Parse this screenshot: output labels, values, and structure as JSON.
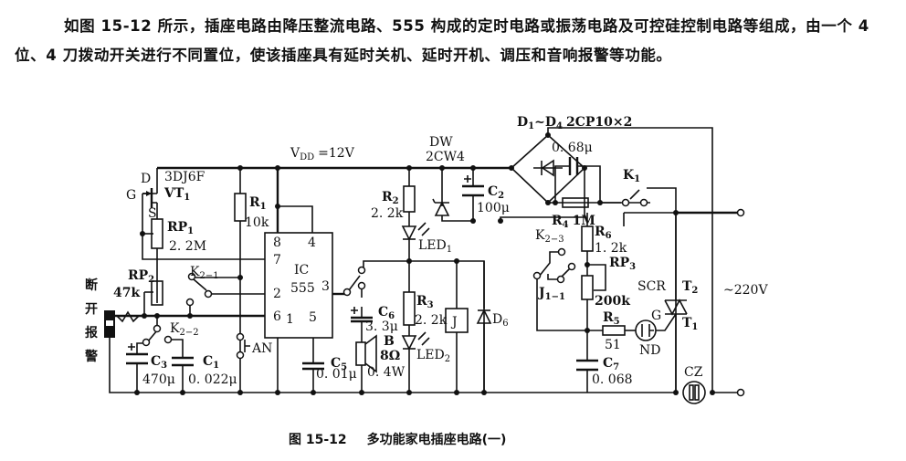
{
  "text": {
    "paragraph": "如图 15-12 所示，插座电路由降压整流电路、555 构成的定时电路或振荡电路及可控硅控制电路等组成，由一个 4 位、4 刀拨动开关进行不同置位，使该插座具有延时关机、延时开机、调压和音响报警等功能。"
  },
  "caption": {
    "figure_number": "图 15-12",
    "title": "多功能家电插座电路(一)"
  },
  "diagram": {
    "side_label": [
      "断",
      "开",
      "报",
      "警"
    ],
    "supply": {
      "label": "V",
      "sub": "DD",
      "value": "=12V"
    },
    "mains": "~220V",
    "bridge": {
      "label": "D",
      "sub1": "1",
      "mid": "~D",
      "sub2": "4",
      "part": "2CP10×2"
    },
    "components": {
      "vt1": {
        "d": "D",
        "g": "G",
        "s": "S",
        "part": "3DJ6F",
        "name": "VT",
        "sub": "1"
      },
      "rp1": {
        "name": "RP",
        "sub": "1",
        "value": "2. 2M"
      },
      "r1": {
        "name": "R",
        "sub": "1",
        "value": "10k"
      },
      "rp2": {
        "name": "RP",
        "sub": "2",
        "value": "47k"
      },
      "k21": {
        "name": "K",
        "sub": "2−1"
      },
      "k22": {
        "name": "K",
        "sub": "2−2"
      },
      "k23": {
        "name": "K",
        "sub": "2−3"
      },
      "k1": {
        "name": "K",
        "sub": "1"
      },
      "j11": {
        "name": "J",
        "sub": "1−1"
      },
      "c3": {
        "name": "C",
        "sub": "3",
        "value": "470μ"
      },
      "c1": {
        "name": "C",
        "sub": "1",
        "value": "0. 022μ"
      },
      "an": {
        "name": "AN"
      },
      "ic": {
        "name": "IC",
        "part": "555",
        "pins": [
          "8",
          "4",
          "7",
          "2",
          "6",
          "1",
          "5",
          "3"
        ]
      },
      "c5": {
        "name": "C",
        "sub": "5",
        "value": "0. 01μ"
      },
      "c6": {
        "name": "C",
        "sub": "6",
        "value": "3. 3μ"
      },
      "speaker": {
        "name": "B",
        "ohm": "8Ω",
        "power": "0. 4W"
      },
      "r2": {
        "name": "R",
        "sub": "2",
        "value": "2. 2k"
      },
      "led1": {
        "name": "LED",
        "sub": "1"
      },
      "r3": {
        "name": "R",
        "sub": "3",
        "value": "2. 2k"
      },
      "led2": {
        "name": "LED",
        "sub": "2"
      },
      "relay": {
        "name": "J"
      },
      "d6": {
        "name": "D",
        "sub": "6"
      },
      "dw": {
        "name": "DW",
        "part": "2CW4"
      },
      "c2": {
        "name": "C",
        "sub": "2",
        "value": "100μ"
      },
      "cap068": {
        "value": "0. 68μ"
      },
      "r4": {
        "name": "R",
        "sub": "4",
        "value": "1M"
      },
      "r6": {
        "name": "R",
        "sub": "6",
        "value": "1. 2k"
      },
      "rp3": {
        "name": "RP",
        "sub": "3",
        "value": "200k"
      },
      "r5": {
        "name": "R",
        "sub": "5",
        "value": "51"
      },
      "nd": {
        "name": "ND"
      },
      "c7": {
        "name": "C",
        "sub": "7",
        "value": "0. 068"
      },
      "scr": {
        "name": "SCR",
        "t2": "T",
        "t2sub": "2",
        "t1": "T",
        "t1sub": "1",
        "g": "G"
      },
      "cz": {
        "name": "CZ"
      }
    }
  }
}
